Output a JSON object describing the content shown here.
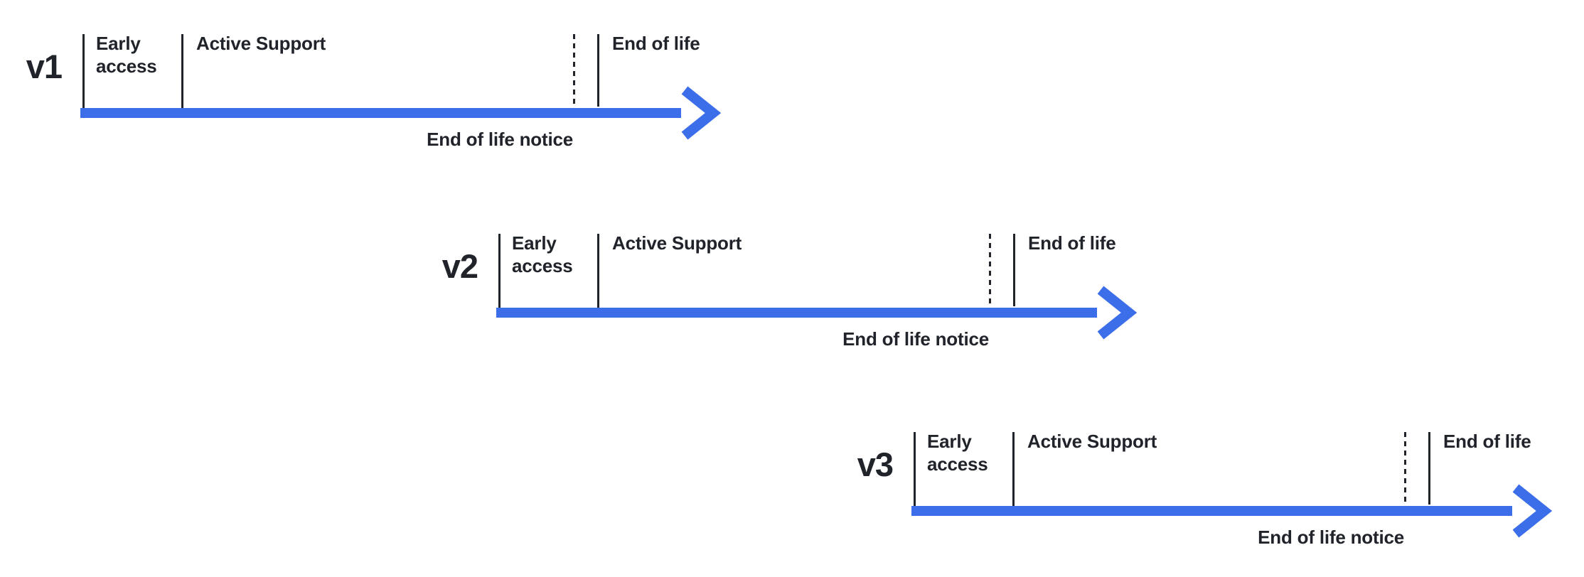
{
  "diagram": {
    "colors": {
      "arrow_blue": "#3c6ee9",
      "text_dark": "#20232a",
      "background": "#ffffff"
    },
    "labels": {
      "early_access": "Early access",
      "active_support": "Active Support",
      "end_of_life": "End of life",
      "end_of_life_notice": "End of life notice"
    },
    "timelines": [
      {
        "version": "v1"
      },
      {
        "version": "v2"
      },
      {
        "version": "v3"
      }
    ]
  }
}
